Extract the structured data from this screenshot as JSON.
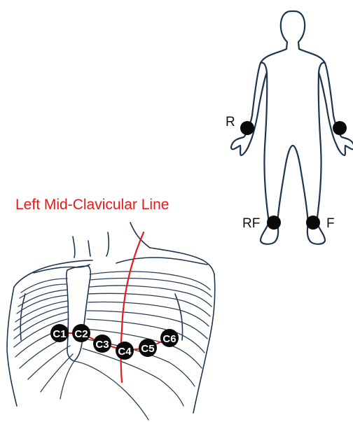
{
  "colors": {
    "outline": "#1e3550",
    "rib": "#2b3f57",
    "electrode": "#0a0a0a",
    "accent": "#e8191a",
    "electrode_text": "#ffffff"
  },
  "chest": {
    "line_label": "Left Mid-Clavicular Line",
    "precordial_electrodes": [
      {
        "id": "c1",
        "label": "C1"
      },
      {
        "id": "c2",
        "label": "C2"
      },
      {
        "id": "c3",
        "label": "C3"
      },
      {
        "id": "c4",
        "label": "C4"
      },
      {
        "id": "c5",
        "label": "C5"
      },
      {
        "id": "c6",
        "label": "C6"
      }
    ]
  },
  "limbs": {
    "electrodes": [
      {
        "id": "r",
        "label": "R"
      },
      {
        "id": "l",
        "label": ""
      },
      {
        "id": "rf",
        "label": "RF"
      },
      {
        "id": "f",
        "label": "F"
      }
    ]
  }
}
